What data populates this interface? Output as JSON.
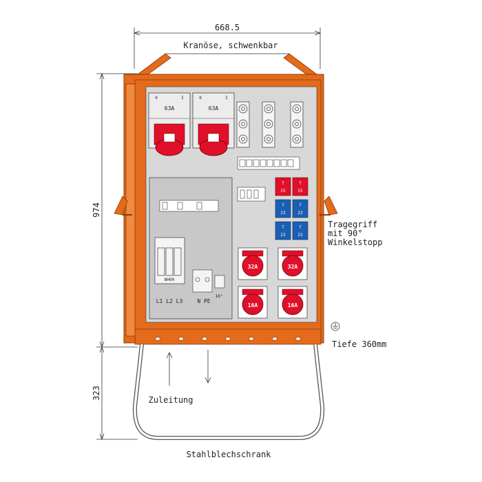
{
  "dimensions": {
    "width": "668.5",
    "height_cabinet": "974",
    "height_stand": "323"
  },
  "labels": {
    "crane_eye": "Kranöse, schwenkbar",
    "handle_line1": "Tragegriff",
    "handle_line2": "mit 90°",
    "handle_line3": "Winkelstopp",
    "depth": "Tiefe 360mm",
    "supply": "Zuleitung",
    "cabinet": "Stahlblechschrank"
  },
  "components": {
    "switch_left": "63A",
    "switch_right": "63A",
    "socket_32a_left": "32A",
    "socket_32a_right": "32A",
    "socket_16a_left": "16A",
    "socket_16a_right": "16A",
    "fuse_label": "NH00",
    "phases": "L1 L2 L3",
    "n_pe": "N PE",
    "terminal_count": "16°",
    "ind_0": "0",
    "ind_i": "I"
  },
  "schuko": {
    "red_1": [
      "T",
      "25"
    ],
    "red_2": [
      "T",
      "25"
    ],
    "blue_1": [
      "T",
      "23"
    ],
    "blue_2": [
      "T",
      "23"
    ],
    "blue_3": [
      "T",
      "23"
    ],
    "blue_4": [
      "T",
      "23"
    ]
  },
  "colors": {
    "cabinet": "#e46a1c",
    "cabinet_dark": "#b84f10",
    "panel": "#cfcfcf",
    "red_socket": "#e0102a",
    "blue_socket": "#1a5fb4"
  }
}
